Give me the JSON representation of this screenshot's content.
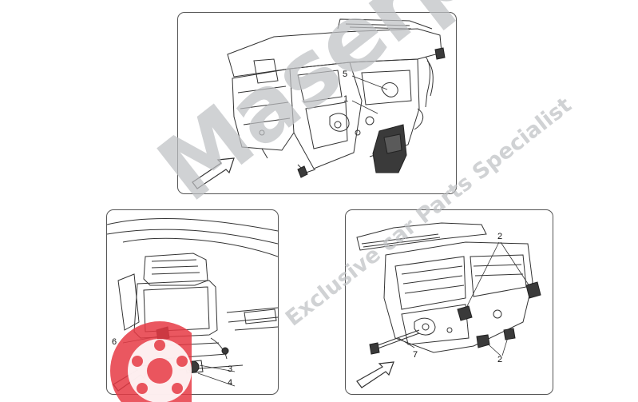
{
  "watermark": {
    "brand": "Maserparts",
    "tagline": "Exclusive car Parts Specialist",
    "color": "#bfc1c4",
    "logo_color": "#e63a44"
  },
  "panel_top": {
    "labels": [
      "5",
      "1"
    ]
  },
  "panel_left": {
    "labels": [
      "6",
      "3",
      "4"
    ]
  },
  "panel_right": {
    "labels": [
      "2",
      "2",
      "7"
    ]
  },
  "colors": {
    "line": "#333333",
    "frame": "#555555",
    "dark_part": "#3a3a3a"
  }
}
